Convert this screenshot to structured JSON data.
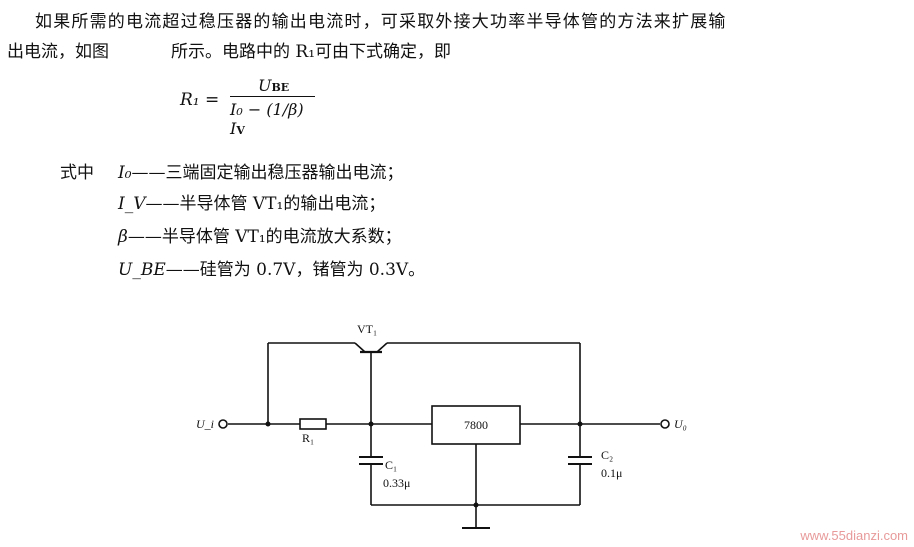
{
  "text": {
    "para1": "如果所需的电流超过稳压器的输出电流时，可采取外接大功率半导体管的方法来扩展输",
    "para2_a": "出电流，如图",
    "para2_b": "所示。电路中的 R₁可由下式确定，即"
  },
  "formula": {
    "lhs": "R₁ =",
    "numerator": "U",
    "numerator_sub": "BE",
    "denominator": "I₀ − (1/β) I",
    "denominator_sub": "V"
  },
  "definitions": {
    "intro": "式中",
    "items": [
      {
        "symbol": "I₀",
        "text": "——三端固定输出稳压器输出电流；"
      },
      {
        "symbol": "I_V",
        "text": "——半导体管 VT₁的输出电流；"
      },
      {
        "symbol": "β",
        "text": "——半导体管 VT₁的电流放大系数；"
      },
      {
        "symbol": "U_BE",
        "text": "——硅管为 0.7V，锗管为 0.3V。"
      }
    ]
  },
  "circuit": {
    "transistor": "VT₁",
    "regulator": "7800",
    "resistor": "R₁",
    "input": "U_i",
    "output": "U₀",
    "c1_name": "C₁",
    "c1_value": "0.33μ",
    "c2_name": "C₂",
    "c2_value": "0.1μ"
  },
  "watermark": "www.55dianzi.com"
}
